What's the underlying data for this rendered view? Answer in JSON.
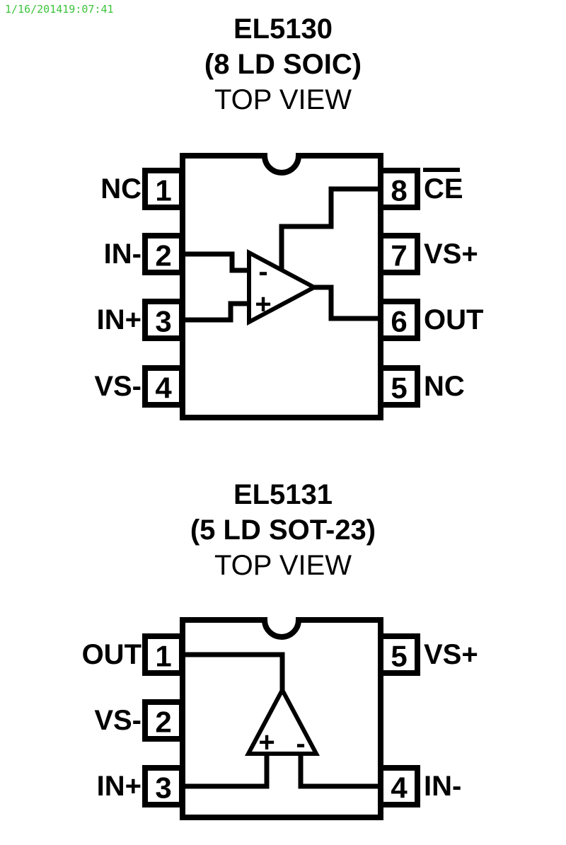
{
  "timestamp": "1/16/201419:07:41",
  "colors": {
    "ink": "#000000",
    "background": "#ffffff",
    "timestamp_green": "#3cc43c"
  },
  "diagrams": [
    {
      "title": "EL5130",
      "package": "(8 LD SOIC)",
      "view": "TOP VIEW",
      "left_pins": [
        {
          "number": "1",
          "label": "NC"
        },
        {
          "number": "2",
          "label": "IN-"
        },
        {
          "number": "3",
          "label": "IN+"
        },
        {
          "number": "4",
          "label": "VS-"
        }
      ],
      "right_pins": [
        {
          "number": "8",
          "label": "CE",
          "overline": true
        },
        {
          "number": "7",
          "label": "VS+"
        },
        {
          "number": "6",
          "label": "OUT"
        },
        {
          "number": "5",
          "label": "NC"
        }
      ],
      "opamp": {
        "inverting_input": "-",
        "noninverting_input": "+"
      }
    },
    {
      "title": "EL5131",
      "package": "(5 LD SOT-23)",
      "view": "TOP VIEW",
      "left_pins": [
        {
          "number": "1",
          "label": "OUT"
        },
        {
          "number": "2",
          "label": "VS-"
        },
        {
          "number": "3",
          "label": "IN+"
        }
      ],
      "right_pins": [
        {
          "number": "5",
          "label": "VS+"
        },
        {
          "number": "4",
          "label": "IN-"
        }
      ],
      "opamp": {
        "noninverting_input": "+",
        "inverting_input": "-"
      }
    }
  ]
}
